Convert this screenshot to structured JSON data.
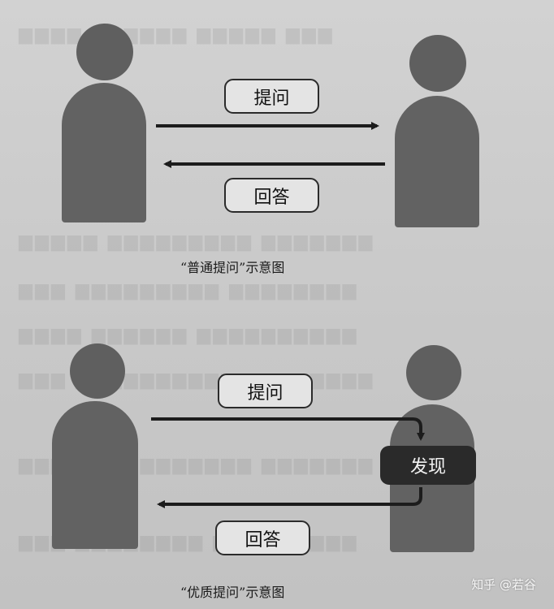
{
  "figure_top": {
    "ask_label": "提问",
    "answer_label": "回答",
    "caption": "“普通提问”示意图"
  },
  "figure_bottom": {
    "ask_label": "提问",
    "discover_label": "发现",
    "answer_label": "回答",
    "caption": "“优质提问”示意图"
  },
  "watermark": {
    "icon": "zhihu-logo",
    "text": "知乎 @若谷"
  },
  "colors": {
    "figure": "#606060",
    "arrow": "#1c1c1c",
    "discover_fill": "#2a2a2a",
    "paper": "#cbcbcb"
  }
}
